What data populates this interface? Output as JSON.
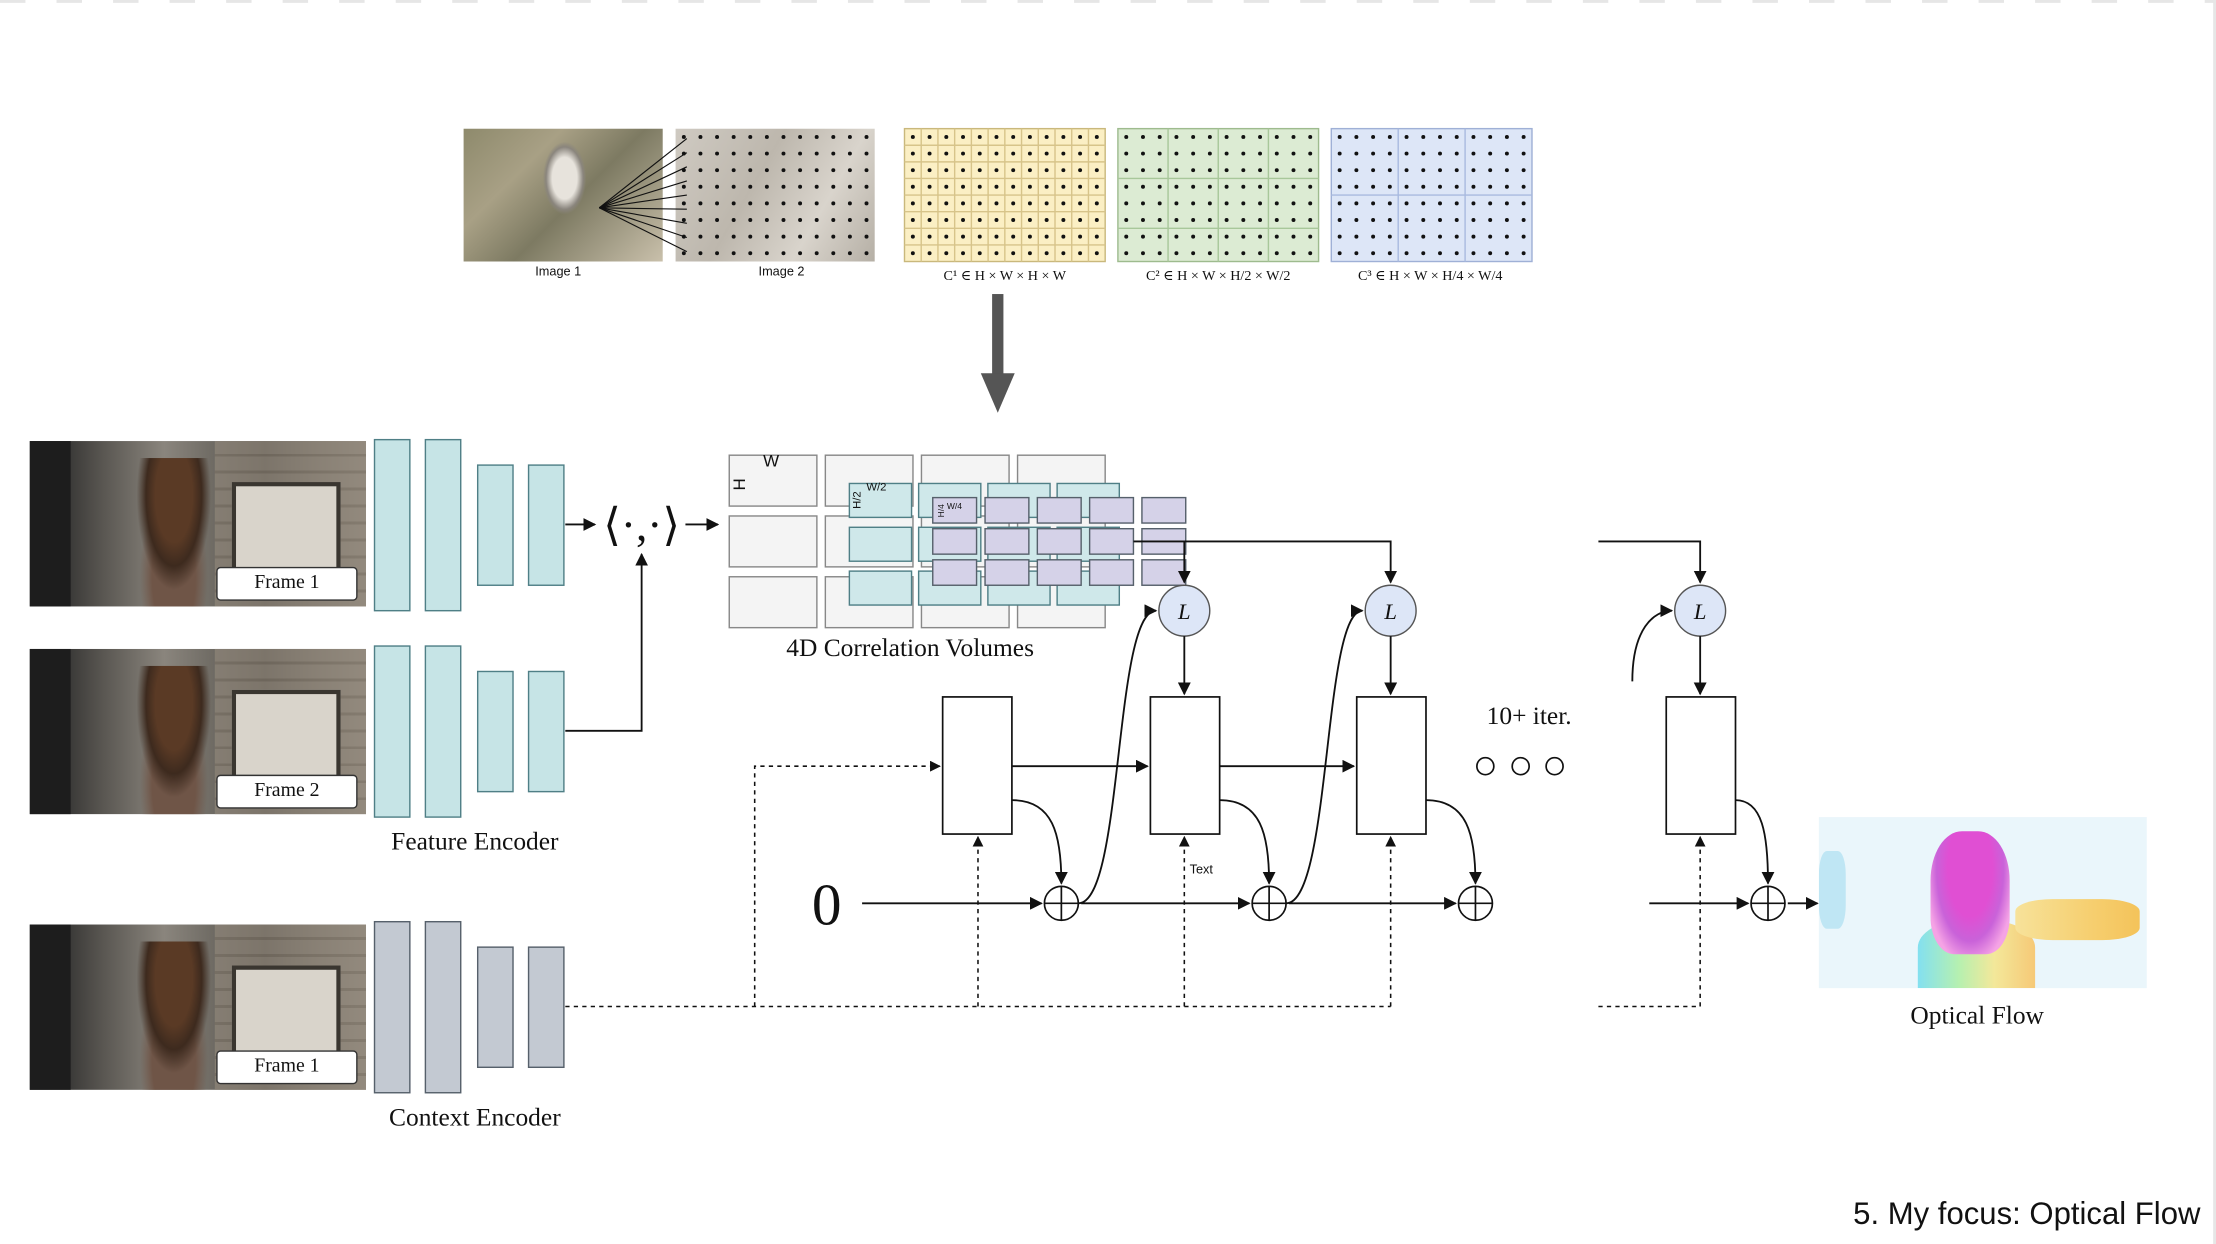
{
  "slide": {
    "caption": "5. My focus: Optical Flow"
  },
  "top_strip": {
    "image1_label": "Image 1",
    "image2_label": "Image 2",
    "volumes": [
      {
        "label": "C¹ ∈ H × W × H × W",
        "color": "#fbefc4"
      },
      {
        "label": "C² ∈ H × W × H/2 × W/2",
        "color": "#dcebd3"
      },
      {
        "label": "C³ ∈ H × W × H/4 × W/4",
        "color": "#dde6f7"
      }
    ]
  },
  "frames": {
    "frame1_label": "Frame 1",
    "frame2_label": "Frame 2",
    "frame3_label": "Frame 1"
  },
  "encoders": {
    "feature_label": "Feature Encoder",
    "context_label": "Context Encoder",
    "feature_color": "#c6e4e6",
    "context_color": "#c3c9d2"
  },
  "correlation": {
    "inner_product": "⟨·,·⟩",
    "label": "4D Correlation Volumes",
    "dims": {
      "h": "H",
      "w": "W",
      "h2": "H/2",
      "w2": "W/2",
      "h4": "H/4",
      "w4": "W/4"
    },
    "level2_color": "#cfe8ea",
    "level3_color": "#d5d2e8"
  },
  "update": {
    "lookup_symbol": "L",
    "lookup_color": "#dde6f7",
    "zero_label": "0",
    "iter_label": "10+ iter.",
    "text_label": "Text",
    "plus_symbol": "+"
  },
  "output": {
    "label": "Optical Flow"
  }
}
